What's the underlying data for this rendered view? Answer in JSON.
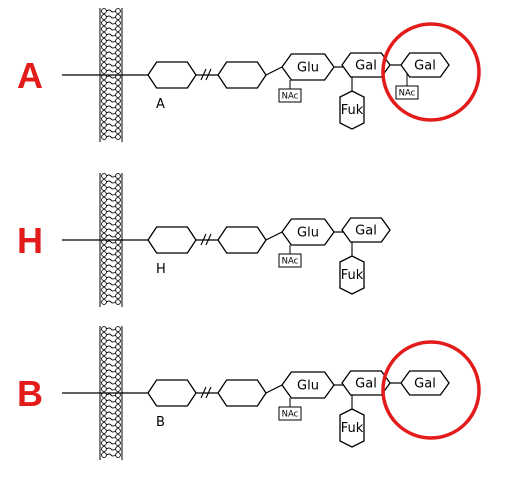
{
  "colors": {
    "accent": "#e31b1b",
    "ink": "#000000",
    "background": "#ffffff"
  },
  "rows": [
    {
      "id": "a",
      "label": "A",
      "sublabel": "A",
      "highlighted": true,
      "sugars": {
        "glu": "Glu",
        "nac": "NAc",
        "gal": "Gal",
        "fuk": "Fuk",
        "terminal": "Gal",
        "terminal_nac": "NAc"
      }
    },
    {
      "id": "h",
      "label": "H",
      "sublabel": "H",
      "highlighted": false,
      "sugars": {
        "glu": "Glu",
        "nac": "NAc",
        "gal": "Gal",
        "fuk": "Fuk"
      }
    },
    {
      "id": "b",
      "label": "B",
      "sublabel": "B",
      "highlighted": true,
      "sugars": {
        "glu": "Glu",
        "nac": "NAc",
        "gal": "Gal",
        "fuk": "Fuk",
        "terminal": "Gal"
      }
    }
  ]
}
